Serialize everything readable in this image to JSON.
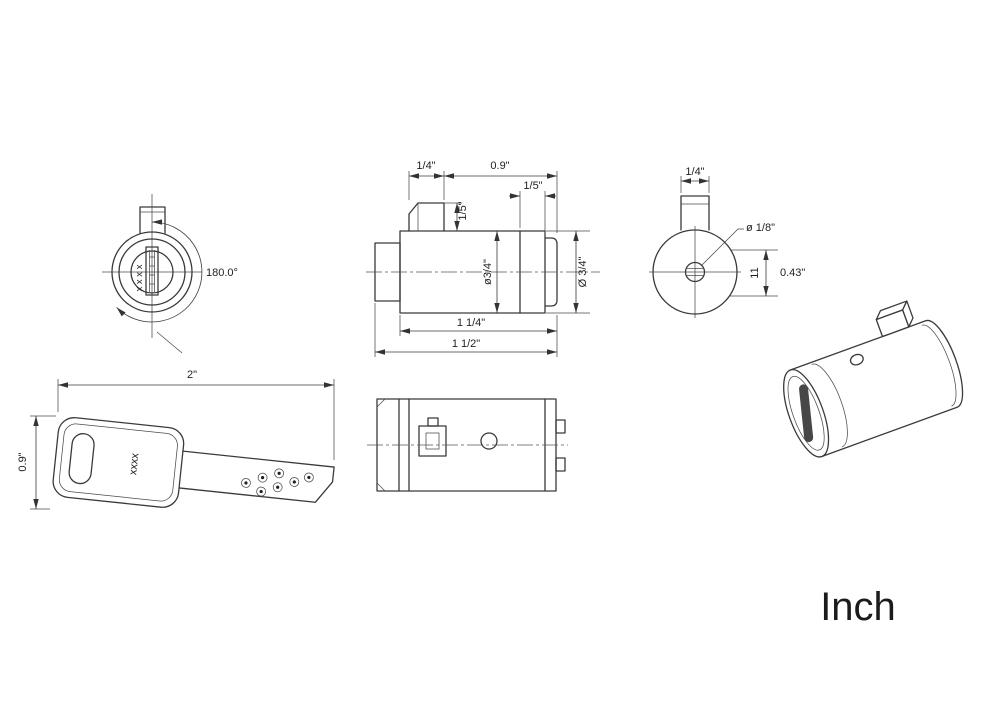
{
  "unit_label": "Inch",
  "front_view": {
    "rotation": "180.0°",
    "keyway_marks": "x x x x"
  },
  "side_view": {
    "tab_width": "1/4\"",
    "rear_length": "0.9\"",
    "tab_height": "1/5\"",
    "nose_length": "1/5\"",
    "inner_diameter": "ø3/4\"",
    "outer_diameter": "Ø 3/4\"",
    "body_length": "1 1/4\"",
    "total_length": "1 1/2\""
  },
  "rear_view": {
    "tab_width": "1/4\"",
    "hole_diameter": "ø 1/8\"",
    "offset_mm": "11",
    "offset_inch": "0.43\""
  },
  "key_view": {
    "length": "2\"",
    "width": "0.9\"",
    "code_marks": "xxxx"
  }
}
